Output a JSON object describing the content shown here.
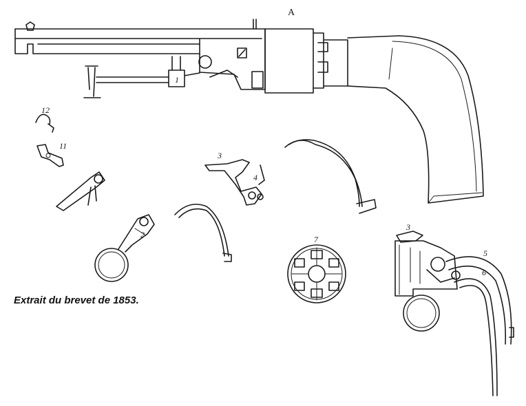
{
  "caption": "Extrait du brevet de 1853.",
  "labels": {
    "top_marker": "A",
    "part_1": "1",
    "part_2": "2",
    "part_3": "3",
    "part_4": "4",
    "part_5": "5",
    "part_6": "6",
    "part_7": "7",
    "part_11": "11",
    "part_12": "12"
  },
  "colors": {
    "ink": "#1a1a1a",
    "paper": "#ffffff"
  }
}
